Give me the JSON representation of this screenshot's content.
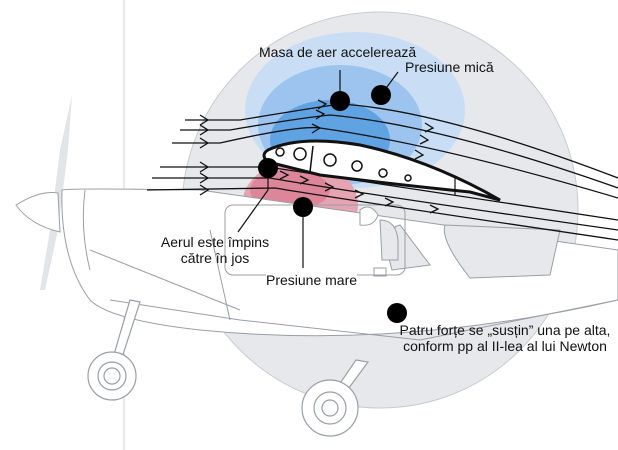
{
  "diagram": {
    "title": "Portanța aripii",
    "colors": {
      "background": "#ffffff",
      "circle": "#e6e8ec",
      "low_pressure_outer": "#c9def5",
      "low_pressure_mid": "#9cc4ee",
      "low_pressure_inner": "#5fa3e3",
      "high_pressure_outer": "#e6a3b1",
      "high_pressure_inner": "#d9798f",
      "outline": "#9a9ea6",
      "streamline": "#111111",
      "marker": "#000000"
    },
    "labels": {
      "air_accelerates": "Masa de aer accelerează",
      "low_pressure": "Presiune mică",
      "air_pushed_down_line1": "Aerul este împins",
      "air_pushed_down_line2": "către în jos",
      "high_pressure": "Presiune mare",
      "four_forces_line1": "Patru forțe se „susțin” una pe alta,",
      "four_forces_line2": "conform pp al II-lea al lui Newton"
    }
  }
}
